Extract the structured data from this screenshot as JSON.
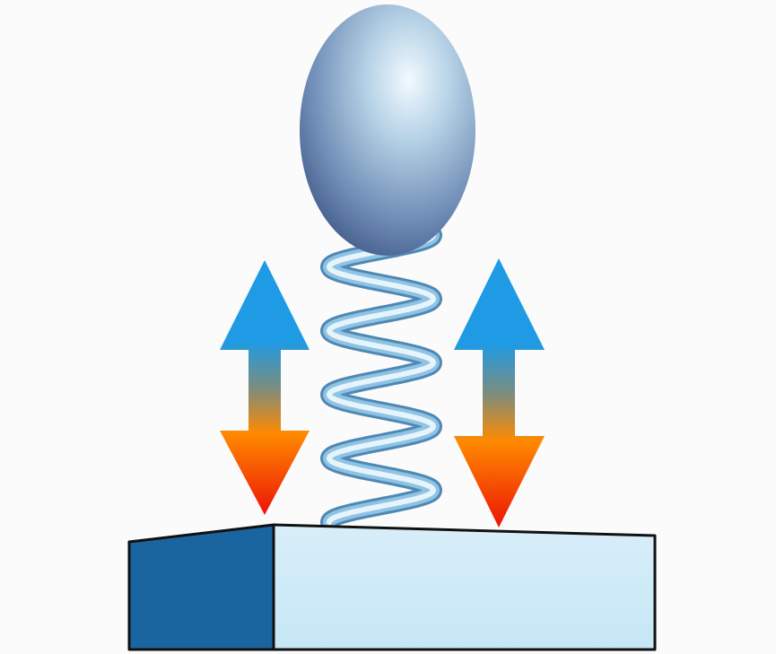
{
  "diagram": {
    "components": {
      "mass": "sphere-mass",
      "spring": "coil-spring",
      "base": "support-block",
      "left_arrow": "double-headed-arrow",
      "right_arrow": "double-headed-arrow"
    },
    "colors": {
      "background": "#fbfbfb",
      "arrow_top": "#1f9ae4",
      "arrow_mid": "#7a8d80",
      "arrow_lower": "#ff8a00",
      "arrow_tip": "#ec1405",
      "spring_light": "#e6f4fc",
      "spring_dark": "#5590b9",
      "mass_highlight": "#f2faff",
      "mass_shadow": "#3d5484",
      "block_top": "#d3ecf8",
      "block_front": "#cbeaf7",
      "block_side": "#1a65a0",
      "outline": "#111111"
    }
  }
}
